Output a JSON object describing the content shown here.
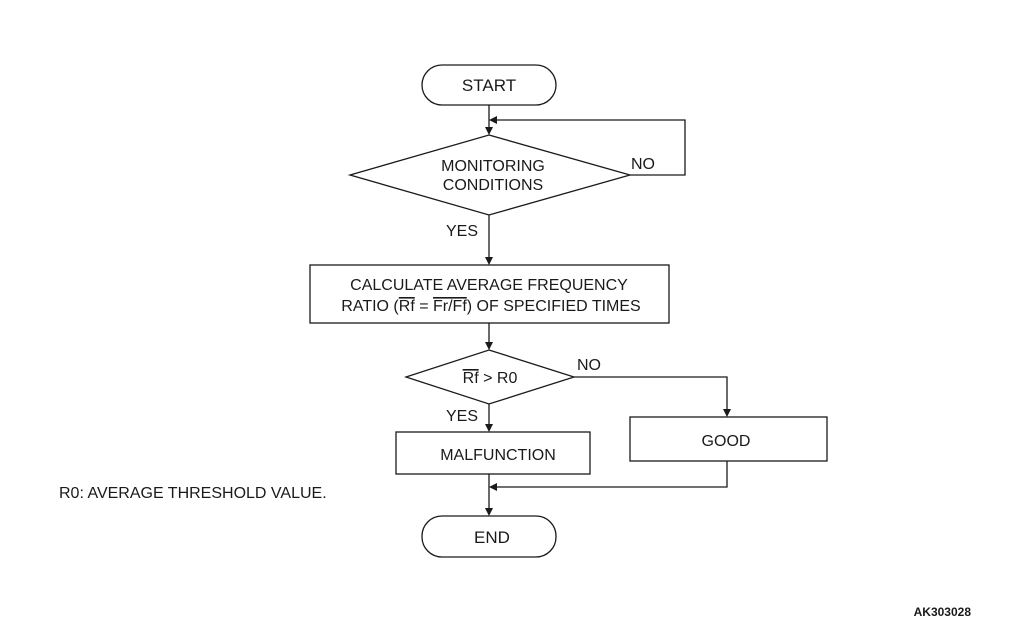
{
  "flowchart": {
    "start": "START",
    "monitoring_line1": "MONITORING",
    "monitoring_line2": "CONDITIONS",
    "monitoring_no": "NO",
    "monitoring_yes": "YES",
    "calc_line1": "CALCULATE AVERAGE FREQUENCY",
    "calc_ratio_prefix": "RATIO (",
    "calc_rf": "Rf",
    "calc_equals": " = ",
    "calc_frff": "Fr/Ff",
    "calc_suffix": ") OF SPECIFIED TIMES",
    "compare_rf": "Rf",
    "compare_rest": " > R0",
    "compare_no": "NO",
    "compare_yes": "YES",
    "malfunction": "MALFUNCTION",
    "good": "GOOD",
    "end": "END"
  },
  "note": "R0: AVERAGE THRESHOLD VALUE.",
  "figure_code": "AK303028"
}
